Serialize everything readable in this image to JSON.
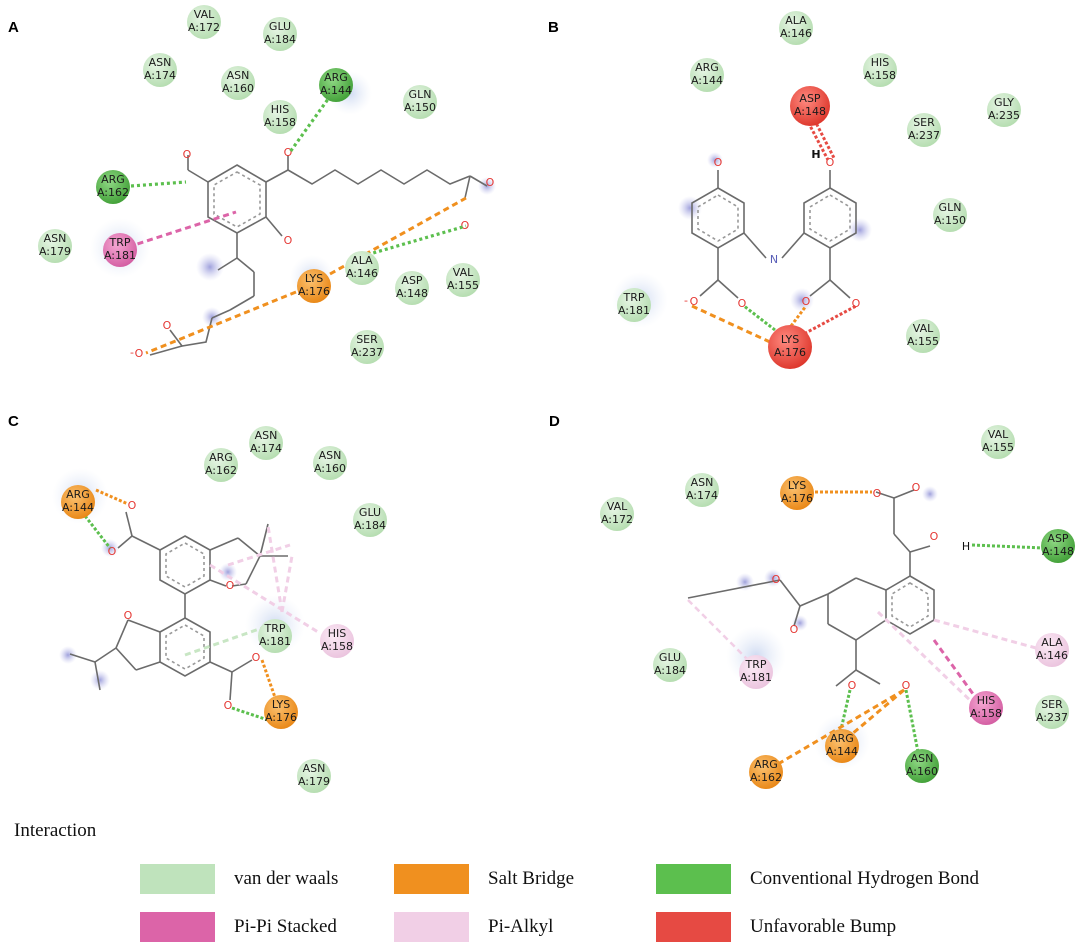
{
  "panels": [
    {
      "label": "A",
      "residues": [
        {
          "name": "VAL",
          "id": "A:172",
          "type": "vdw"
        },
        {
          "name": "GLU",
          "id": "A:184",
          "type": "vdw"
        },
        {
          "name": "ASN",
          "id": "A:174",
          "type": "vdw"
        },
        {
          "name": "ASN",
          "id": "A:160",
          "type": "vdw"
        },
        {
          "name": "ARG",
          "id": "A:144",
          "type": "hbond"
        },
        {
          "name": "GLN",
          "id": "A:150",
          "type": "vdw"
        },
        {
          "name": "HIS",
          "id": "A:158",
          "type": "vdw"
        },
        {
          "name": "ARG",
          "id": "A:162",
          "type": "hbond"
        },
        {
          "name": "ASN",
          "id": "A:179",
          "type": "vdw"
        },
        {
          "name": "TRP",
          "id": "A:181",
          "type": "pipi"
        },
        {
          "name": "LYS",
          "id": "A:176",
          "type": "salt"
        },
        {
          "name": "ALA",
          "id": "A:146",
          "type": "vdw"
        },
        {
          "name": "ASP",
          "id": "A:148",
          "type": "vdw"
        },
        {
          "name": "VAL",
          "id": "A:155",
          "type": "vdw"
        },
        {
          "name": "SER",
          "id": "A:237",
          "type": "vdw"
        }
      ]
    },
    {
      "label": "B",
      "residues": [
        {
          "name": "ALA",
          "id": "A:146",
          "type": "vdw"
        },
        {
          "name": "ARG",
          "id": "A:144",
          "type": "vdw"
        },
        {
          "name": "HIS",
          "id": "A:158",
          "type": "vdw"
        },
        {
          "name": "ASP",
          "id": "A:148",
          "type": "bump"
        },
        {
          "name": "SER",
          "id": "A:237",
          "type": "vdw"
        },
        {
          "name": "GLY",
          "id": "A:235",
          "type": "vdw"
        },
        {
          "name": "GLN",
          "id": "A:150",
          "type": "vdw"
        },
        {
          "name": "TRP",
          "id": "A:181",
          "type": "vdw"
        },
        {
          "name": "LYS",
          "id": "A:176",
          "type": "bump"
        },
        {
          "name": "VAL",
          "id": "A:155",
          "type": "vdw"
        }
      ]
    },
    {
      "label": "C",
      "residues": [
        {
          "name": "ASN",
          "id": "A:174",
          "type": "vdw"
        },
        {
          "name": "ARG",
          "id": "A:162",
          "type": "vdw"
        },
        {
          "name": "ASN",
          "id": "A:160",
          "type": "vdw"
        },
        {
          "name": "ARG",
          "id": "A:144",
          "type": "salt"
        },
        {
          "name": "GLU",
          "id": "A:184",
          "type": "vdw"
        },
        {
          "name": "TRP",
          "id": "A:181",
          "type": "vdw"
        },
        {
          "name": "HIS",
          "id": "A:158",
          "type": "pialkyl"
        },
        {
          "name": "LYS",
          "id": "A:176",
          "type": "salt"
        },
        {
          "name": "ASN",
          "id": "A:179",
          "type": "vdw"
        }
      ]
    },
    {
      "label": "D",
      "residues": [
        {
          "name": "VAL",
          "id": "A:155",
          "type": "vdw"
        },
        {
          "name": "ASN",
          "id": "A:174",
          "type": "vdw"
        },
        {
          "name": "LYS",
          "id": "A:176",
          "type": "salt"
        },
        {
          "name": "VAL",
          "id": "A:172",
          "type": "vdw"
        },
        {
          "name": "ASP",
          "id": "A:148",
          "type": "hbond"
        },
        {
          "name": "ALA",
          "id": "A:146",
          "type": "pialkyl"
        },
        {
          "name": "GLU",
          "id": "A:184",
          "type": "vdw"
        },
        {
          "name": "TRP",
          "id": "A:181",
          "type": "pialkyl"
        },
        {
          "name": "HIS",
          "id": "A:158",
          "type": "pipi"
        },
        {
          "name": "SER",
          "id": "A:237",
          "type": "vdw"
        },
        {
          "name": "ARG",
          "id": "A:144",
          "type": "salt"
        },
        {
          "name": "ASN",
          "id": "A:160",
          "type": "hbond"
        },
        {
          "name": "ARG",
          "id": "A:162",
          "type": "salt"
        }
      ]
    }
  ],
  "interaction_colors": {
    "vdw": "#bfe3bc",
    "salt": "#f0901f",
    "hbond": "#5cbf4e",
    "pipi": "#dc64a8",
    "pialkyl": "#f1cfe6",
    "bump": "#e64a43"
  },
  "atom_labels": {
    "oxygen": "O",
    "nitrogen": "N",
    "hydrogen": "H",
    "charge": "-"
  },
  "legend": {
    "title": "Interaction",
    "items": [
      {
        "label": "van der waals",
        "color": "#bfe3bc"
      },
      {
        "label": "Salt Bridge",
        "color": "#f0901f"
      },
      {
        "label": "Conventional Hydrogen Bond",
        "color": "#5cbf4e"
      },
      {
        "label": "Pi-Pi Stacked",
        "color": "#dc64a8"
      },
      {
        "label": "Pi-Alkyl",
        "color": "#f1cfe6"
      },
      {
        "label": "Unfavorable Bump",
        "color": "#e64a43"
      }
    ]
  }
}
